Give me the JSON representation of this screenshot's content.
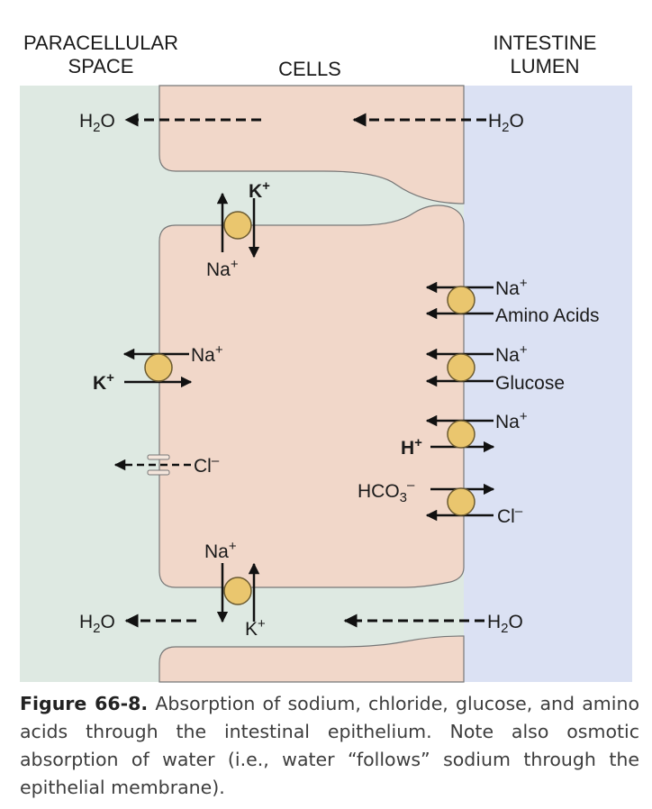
{
  "regions": {
    "paracellular_line1": "PARACELLULAR",
    "paracellular_line2": "SPACE",
    "cells": "CELLS",
    "lumen_line1": "INTESTINE",
    "lumen_line2": "LUMEN"
  },
  "ions": {
    "h2o_main": "H",
    "h2o_sub": "2",
    "h2o_end": "O",
    "k": "K",
    "na": "Na",
    "plus": "+",
    "cl": "Cl",
    "minus": "–",
    "h": "H",
    "hco3_main": "HCO",
    "hco3_sub": "3",
    "amino_acids": "Amino Acids",
    "glucose": "Glucose"
  },
  "caption": {
    "figure_label": "Figure 66-8.",
    "text": "Absorption of sodium, chloride, glucose, and amino acids through the intestinal epithelium. Note also osmotic absorption of water (i.e., water “follows” sodium through the epithelial membrane)."
  },
  "colors": {
    "paracellular_bg": "#dee9e2",
    "lumen_bg": "#dbe1f3",
    "cell_fill": "#f1d7c9",
    "carrier_fill": "#eac66e"
  }
}
